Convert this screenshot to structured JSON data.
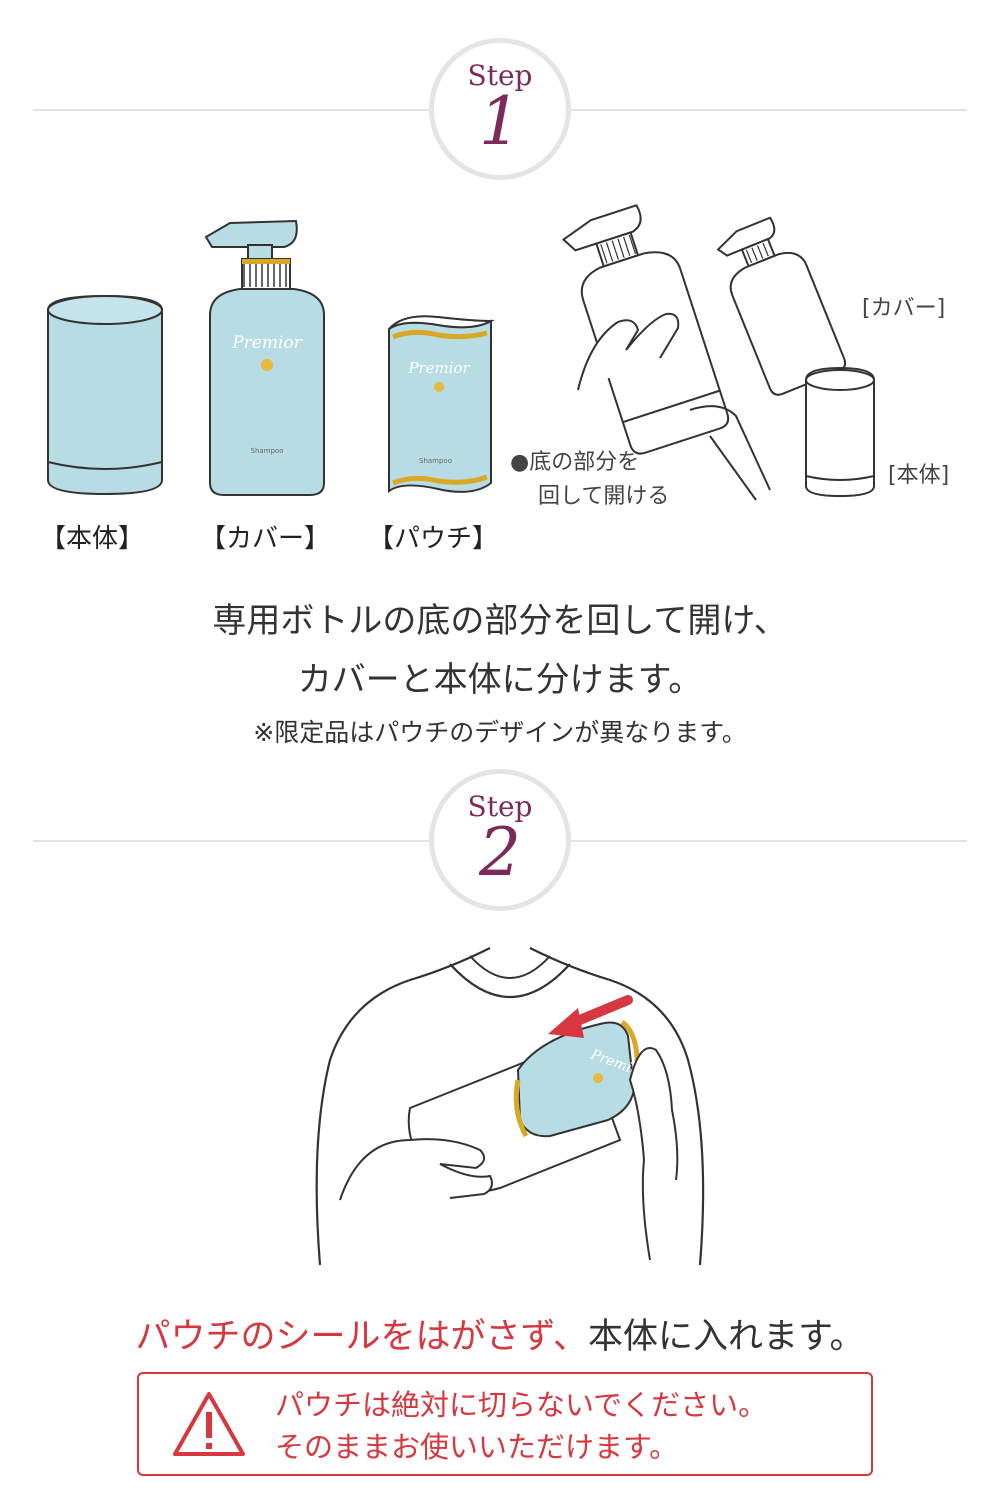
{
  "step1": {
    "step_label": "Step",
    "step_number": "1",
    "labels": {
      "body": "【本体】",
      "cover": "【カバー】",
      "pouch": "【パウチ】"
    },
    "diagram": {
      "cover_tag": "[カバー]",
      "body_tag": "[本体]",
      "note_line1": "●底の部分を",
      "note_line2": "回して開ける"
    },
    "product": {
      "brand": "Premior",
      "type": "Shampoo"
    },
    "caption_line1": "専用ボトルの底の部分を回して開け、",
    "caption_line2": "カバーと本体に分けます。",
    "note": "※限定品はパウチのデザインが異なります。"
  },
  "step2": {
    "step_label": "Step",
    "step_number": "2",
    "caption_red": "パウチのシールをはがさず、",
    "caption_rest": "本体に入れます。",
    "warning_line1": "パウチは絶対に切らないでください。",
    "warning_line2": "そのままお使いいただけます。"
  },
  "colors": {
    "accent_purple": "#7b2a59",
    "warning_red": "#d7373f",
    "bottle_blue": "#b8dce4",
    "gold": "#d9a827"
  }
}
